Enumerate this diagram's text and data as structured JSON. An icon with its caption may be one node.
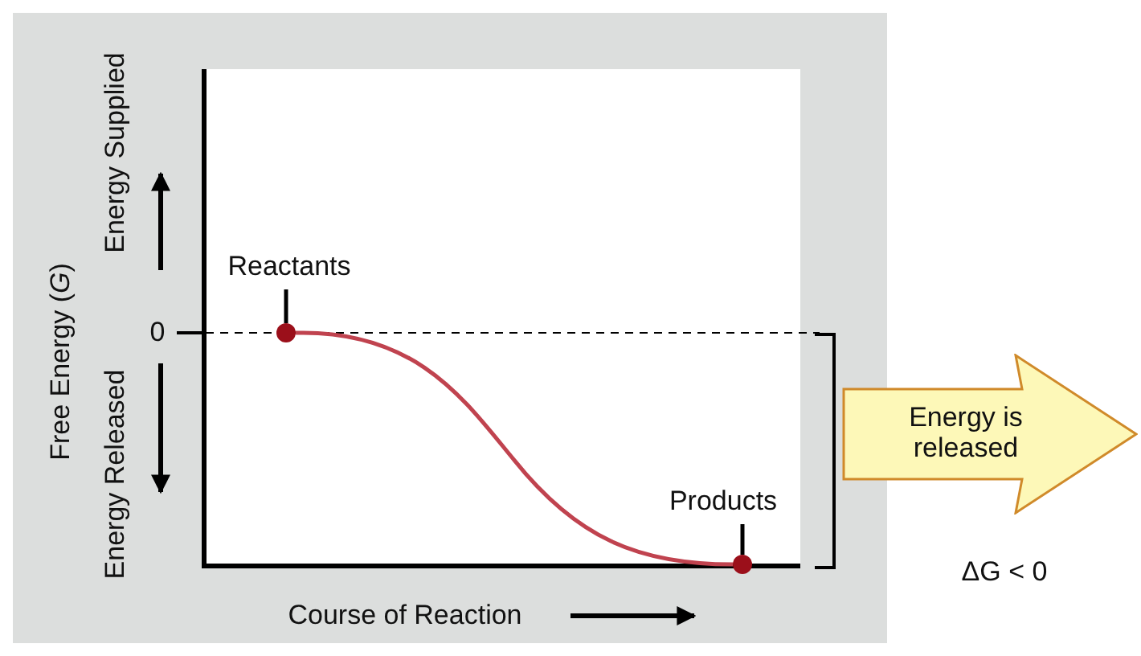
{
  "diagram": {
    "nodes": [
      {
        "text": [
          "Energy is released"
        ]
      },
      {
        "text": [
          "Reactants"
        ]
      },
      {
        "text": [],
        "shape": "circle"
      },
      {
        "text": [
          "Products"
        ]
      },
      {
        "text": [],
        "shape": "circle"
      }
    ],
    "edges": [
      {
        "from": 1,
        "to": 2,
        "arrow": "none"
      },
      {
        "from": 3,
        "to": 4,
        "arrow": "none"
      },
      {
        "from": 2,
        "to": 4,
        "arrow": "none",
        "color": "#c0434f"
      }
    ],
    "labels": [
      "Free Energy (*G*)",
      "Energy Supplied",
      "0",
      "Energy Released",
      "Course of Reaction",
      "ΔG < 0"
    ]
  }
}
